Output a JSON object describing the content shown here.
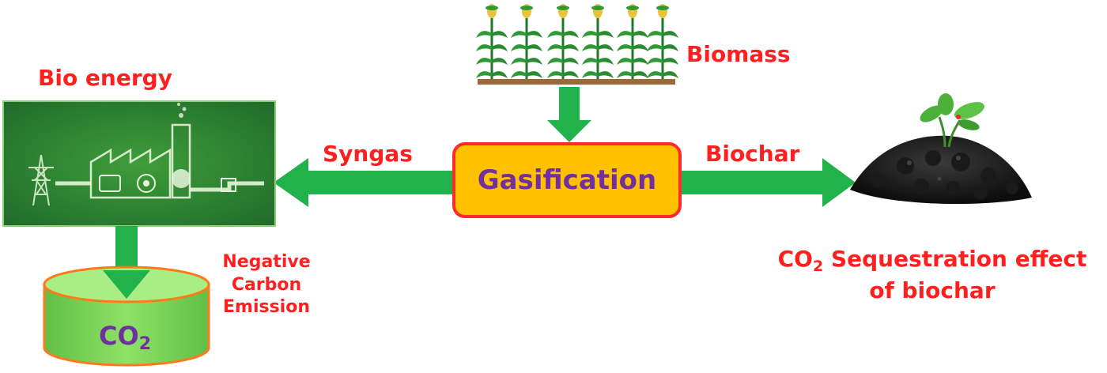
{
  "diagram": {
    "biomass_label": "Biomass",
    "bio_energy_label": "Bio energy",
    "syngas_label": "Syngas",
    "biochar_label": "Biochar",
    "gasification_label": "Gasification",
    "negative_carbon_lines": [
      "Negative",
      "Carbon",
      "Emission"
    ],
    "co2_label_main": "CO",
    "co2_label_sub": "2",
    "sequestration_line1_pre": "CO",
    "sequestration_line1_sub": "2",
    "sequestration_line1_post": " Sequestration effect",
    "sequestration_line2": "of biochar"
  },
  "colors": {
    "arrow_green": "#22b24c",
    "label_red": "#ff1f1f",
    "process_fill": "#ffc000",
    "process_border": "#ff2a2a",
    "process_text": "#7030a0",
    "panel_green": "#1f6b2a",
    "cylinder_green": "#7ed957",
    "cylinder_border": "#ff7a1a"
  },
  "icons": {
    "biomass": "corn-field-icon",
    "bio_energy": "power-plant-icon",
    "biochar": "charcoal-pile-with-seedling-icon",
    "co2_storage": "cylinder-storage-icon"
  }
}
